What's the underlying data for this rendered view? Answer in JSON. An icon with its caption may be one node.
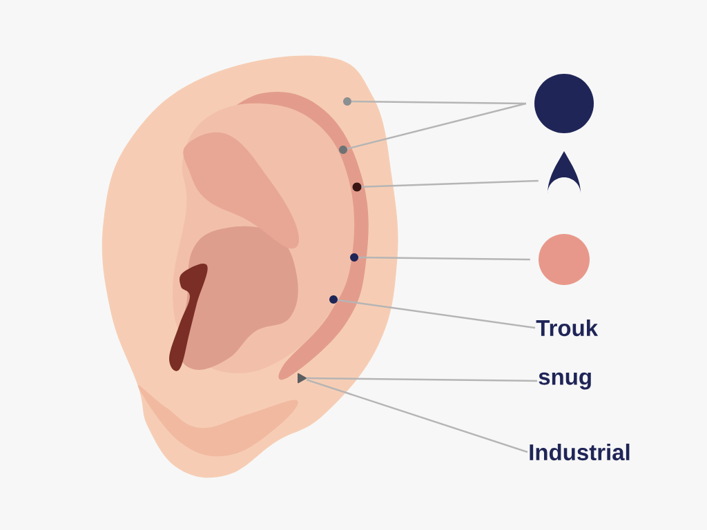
{
  "diagram": {
    "nodes": [
      {
        "text": [],
        "shape": "picture"
      },
      {
        "text": [],
        "shape": "circle",
        "in": 0
      },
      {
        "text": [],
        "shape": "circle",
        "in": 0
      },
      {
        "text": [],
        "shape": "circle",
        "in": 0
      },
      {
        "text": [],
        "shape": "circle",
        "in": 0
      },
      {
        "text": [],
        "shape": "circle",
        "in": 0
      },
      {
        "text": [],
        "shape": "triangle",
        "in": 0
      },
      {
        "text": [],
        "shape": "circle"
      },
      {
        "text": [],
        "shape": "drop"
      },
      {
        "text": [],
        "shape": "circle"
      },
      {
        "text": [
          "Trouk"
        ]
      },
      {
        "text": [
          "snug"
        ]
      },
      {
        "text": [
          "Industrial"
        ]
      }
    ],
    "edges": [
      {
        "from": 7,
        "to": 1,
        "arrow": "none"
      },
      {
        "from": 7,
        "to": 2,
        "arrow": "none"
      },
      {
        "from": 8,
        "to": 3,
        "arrow": "none"
      },
      {
        "from": 9,
        "to": 4,
        "arrow": "none"
      },
      {
        "from": 10,
        "to": 5,
        "arrow": "none"
      },
      {
        "from": 11,
        "to": 6,
        "arrow": "none"
      },
      {
        "from": 12,
        "to": 6,
        "arrow": "none"
      }
    ]
  }
}
